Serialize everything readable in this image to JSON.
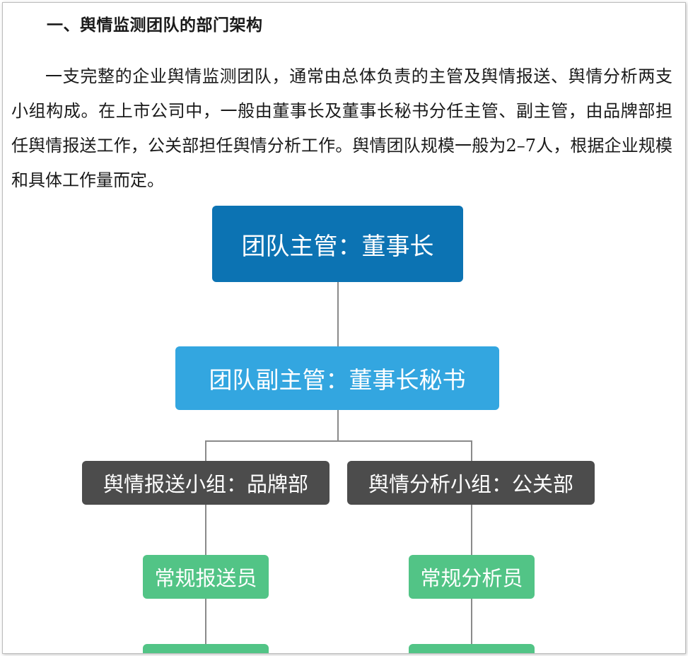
{
  "document": {
    "heading": "一、舆情监测团队的部门架构",
    "paragraph": "一支完整的企业舆情监测团队，通常由总体负责的主管及舆情报送、舆情分析两支小组构成。在上市公司中，一般由董事长及董事长秘书分任主管、副主管，由品牌部担任舆情报送工作，公关部担任舆情分析工作。舆情团队规模一般为2–7人，根据企业规模和具体工作量而定。"
  },
  "org_chart": {
    "head": "团队主管：董事长",
    "deputy": "团队副主管：董事长秘书",
    "groups": [
      {
        "label": "舆情报送小组：品牌部",
        "role": "常规报送员"
      },
      {
        "label": "舆情分析小组：公关部",
        "role": "常规分析员"
      }
    ],
    "colors": {
      "head": "#0c73b3",
      "deputy": "#33a6e0",
      "group": "#4c4c4c",
      "role": "#52c486",
      "connector": "#8a8a8a"
    }
  }
}
